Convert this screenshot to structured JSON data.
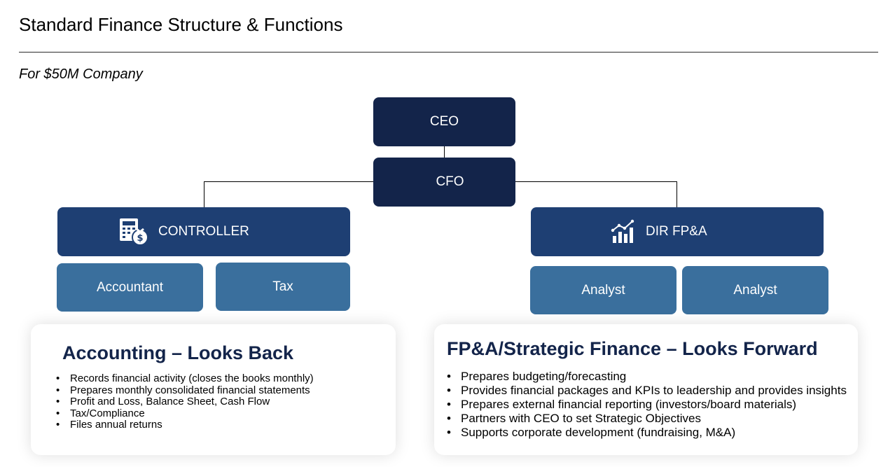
{
  "header": {
    "title": "Standard Finance Structure & Functions",
    "subtitle": "For $50M Company"
  },
  "org": {
    "ceo": "CEO",
    "cfo": "CFO",
    "controller": {
      "label": "CONTROLLER",
      "icon": "calculator-money-icon"
    },
    "dir_fpa": {
      "label": "DIR FP&A",
      "icon": "bar-chart-growth-icon"
    },
    "accountant": "Accountant",
    "tax": "Tax",
    "analyst_1": "Analyst",
    "analyst_2": "Analyst"
  },
  "colors": {
    "dark_navy": "#13244a",
    "navy": "#1e3f73",
    "steel_blue": "#3a6f9d"
  },
  "accounting": {
    "heading": "Accounting – Looks Back",
    "items": [
      "Records financial activity (closes the books monthly)",
      "Prepares monthly consolidated financial statements",
      "Profit and Loss, Balance Sheet, Cash Flow",
      "Tax/Compliance",
      "Files annual returns"
    ]
  },
  "fpa": {
    "heading": "FP&A/Strategic Finance – Looks Forward",
    "items": [
      "Prepares budgeting/forecasting",
      "Provides financial packages and KPIs to leadership and provides insights",
      "Prepares external financial reporting (investors/board materials)",
      "Partners with CEO to set Strategic Objectives",
      "Supports corporate development (fundraising, M&A)"
    ]
  }
}
